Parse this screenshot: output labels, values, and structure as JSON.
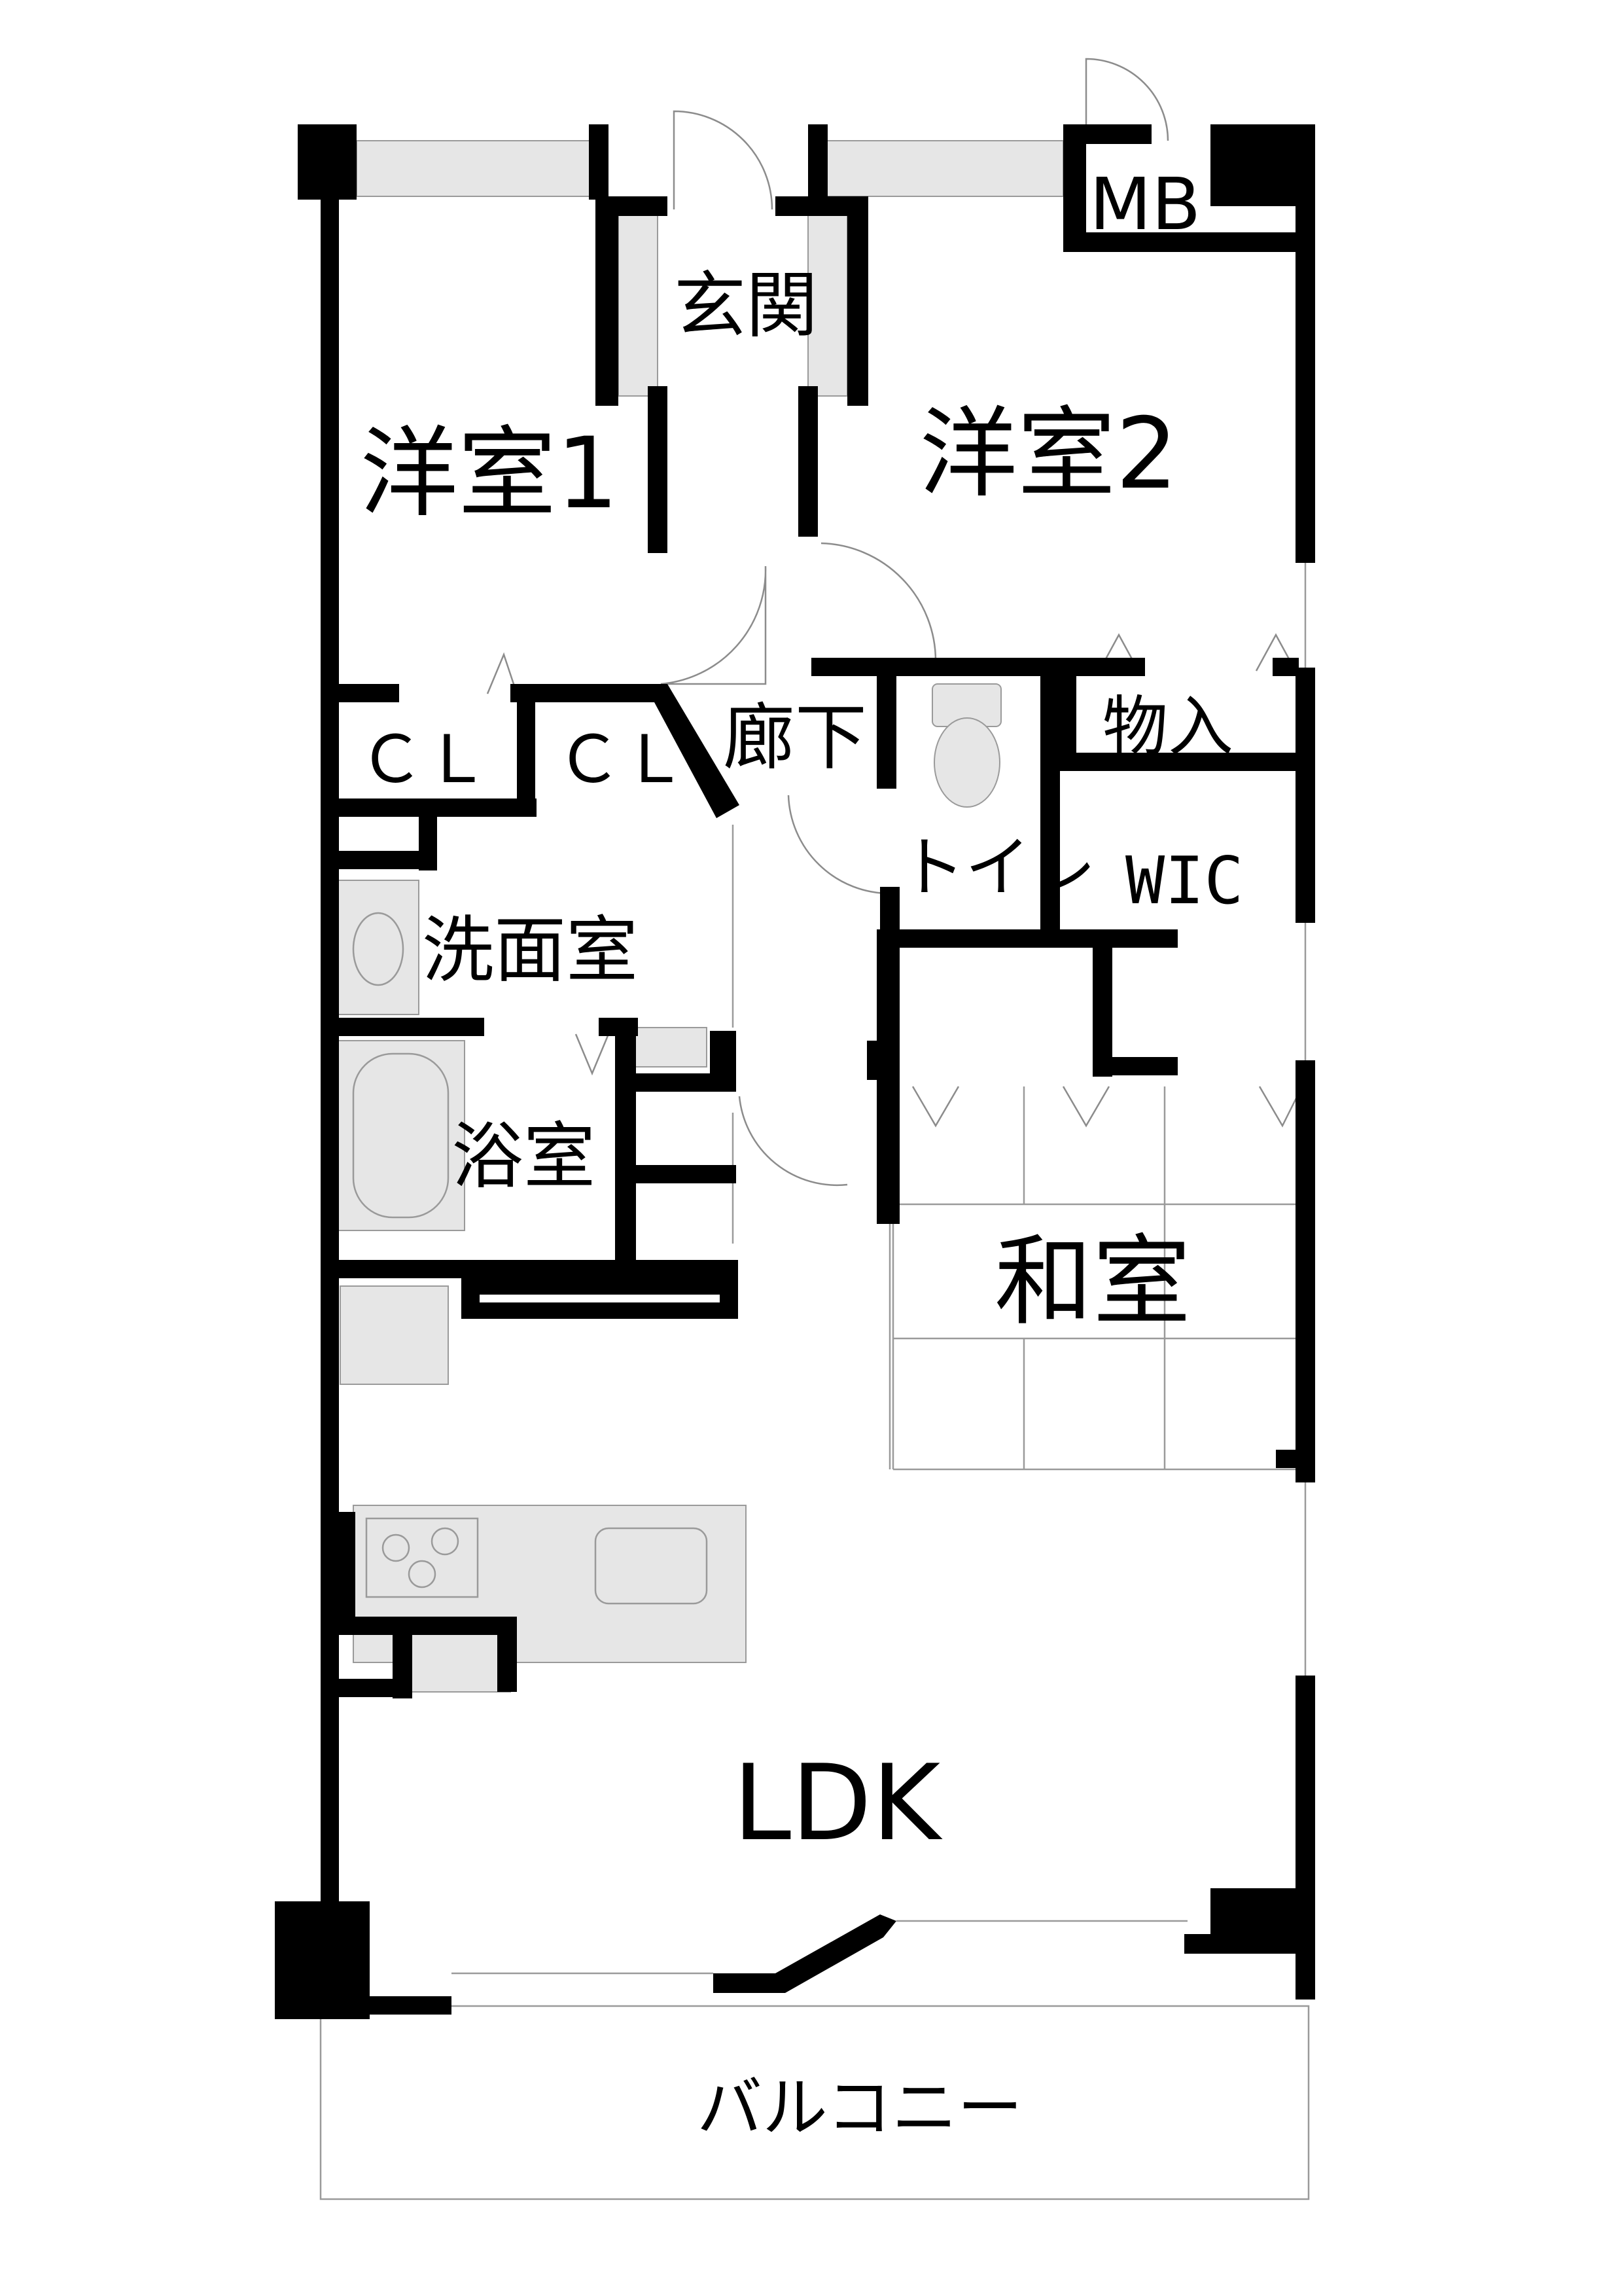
{
  "rooms": {
    "western_room_1": "洋室1",
    "western_room_2": "洋室2",
    "entrance": "玄関",
    "meter_box": "MB",
    "hallway": "廊下",
    "storage": "物入",
    "closet_1": "ＣＬ",
    "closet_2": "ＣＬ",
    "toilet": "トイレ",
    "walk_in_closet": "WIC",
    "washroom": "洗面室",
    "bathroom": "浴室",
    "japanese_room": "和室",
    "ldk": "LDK",
    "balcony": "バルコニー"
  }
}
